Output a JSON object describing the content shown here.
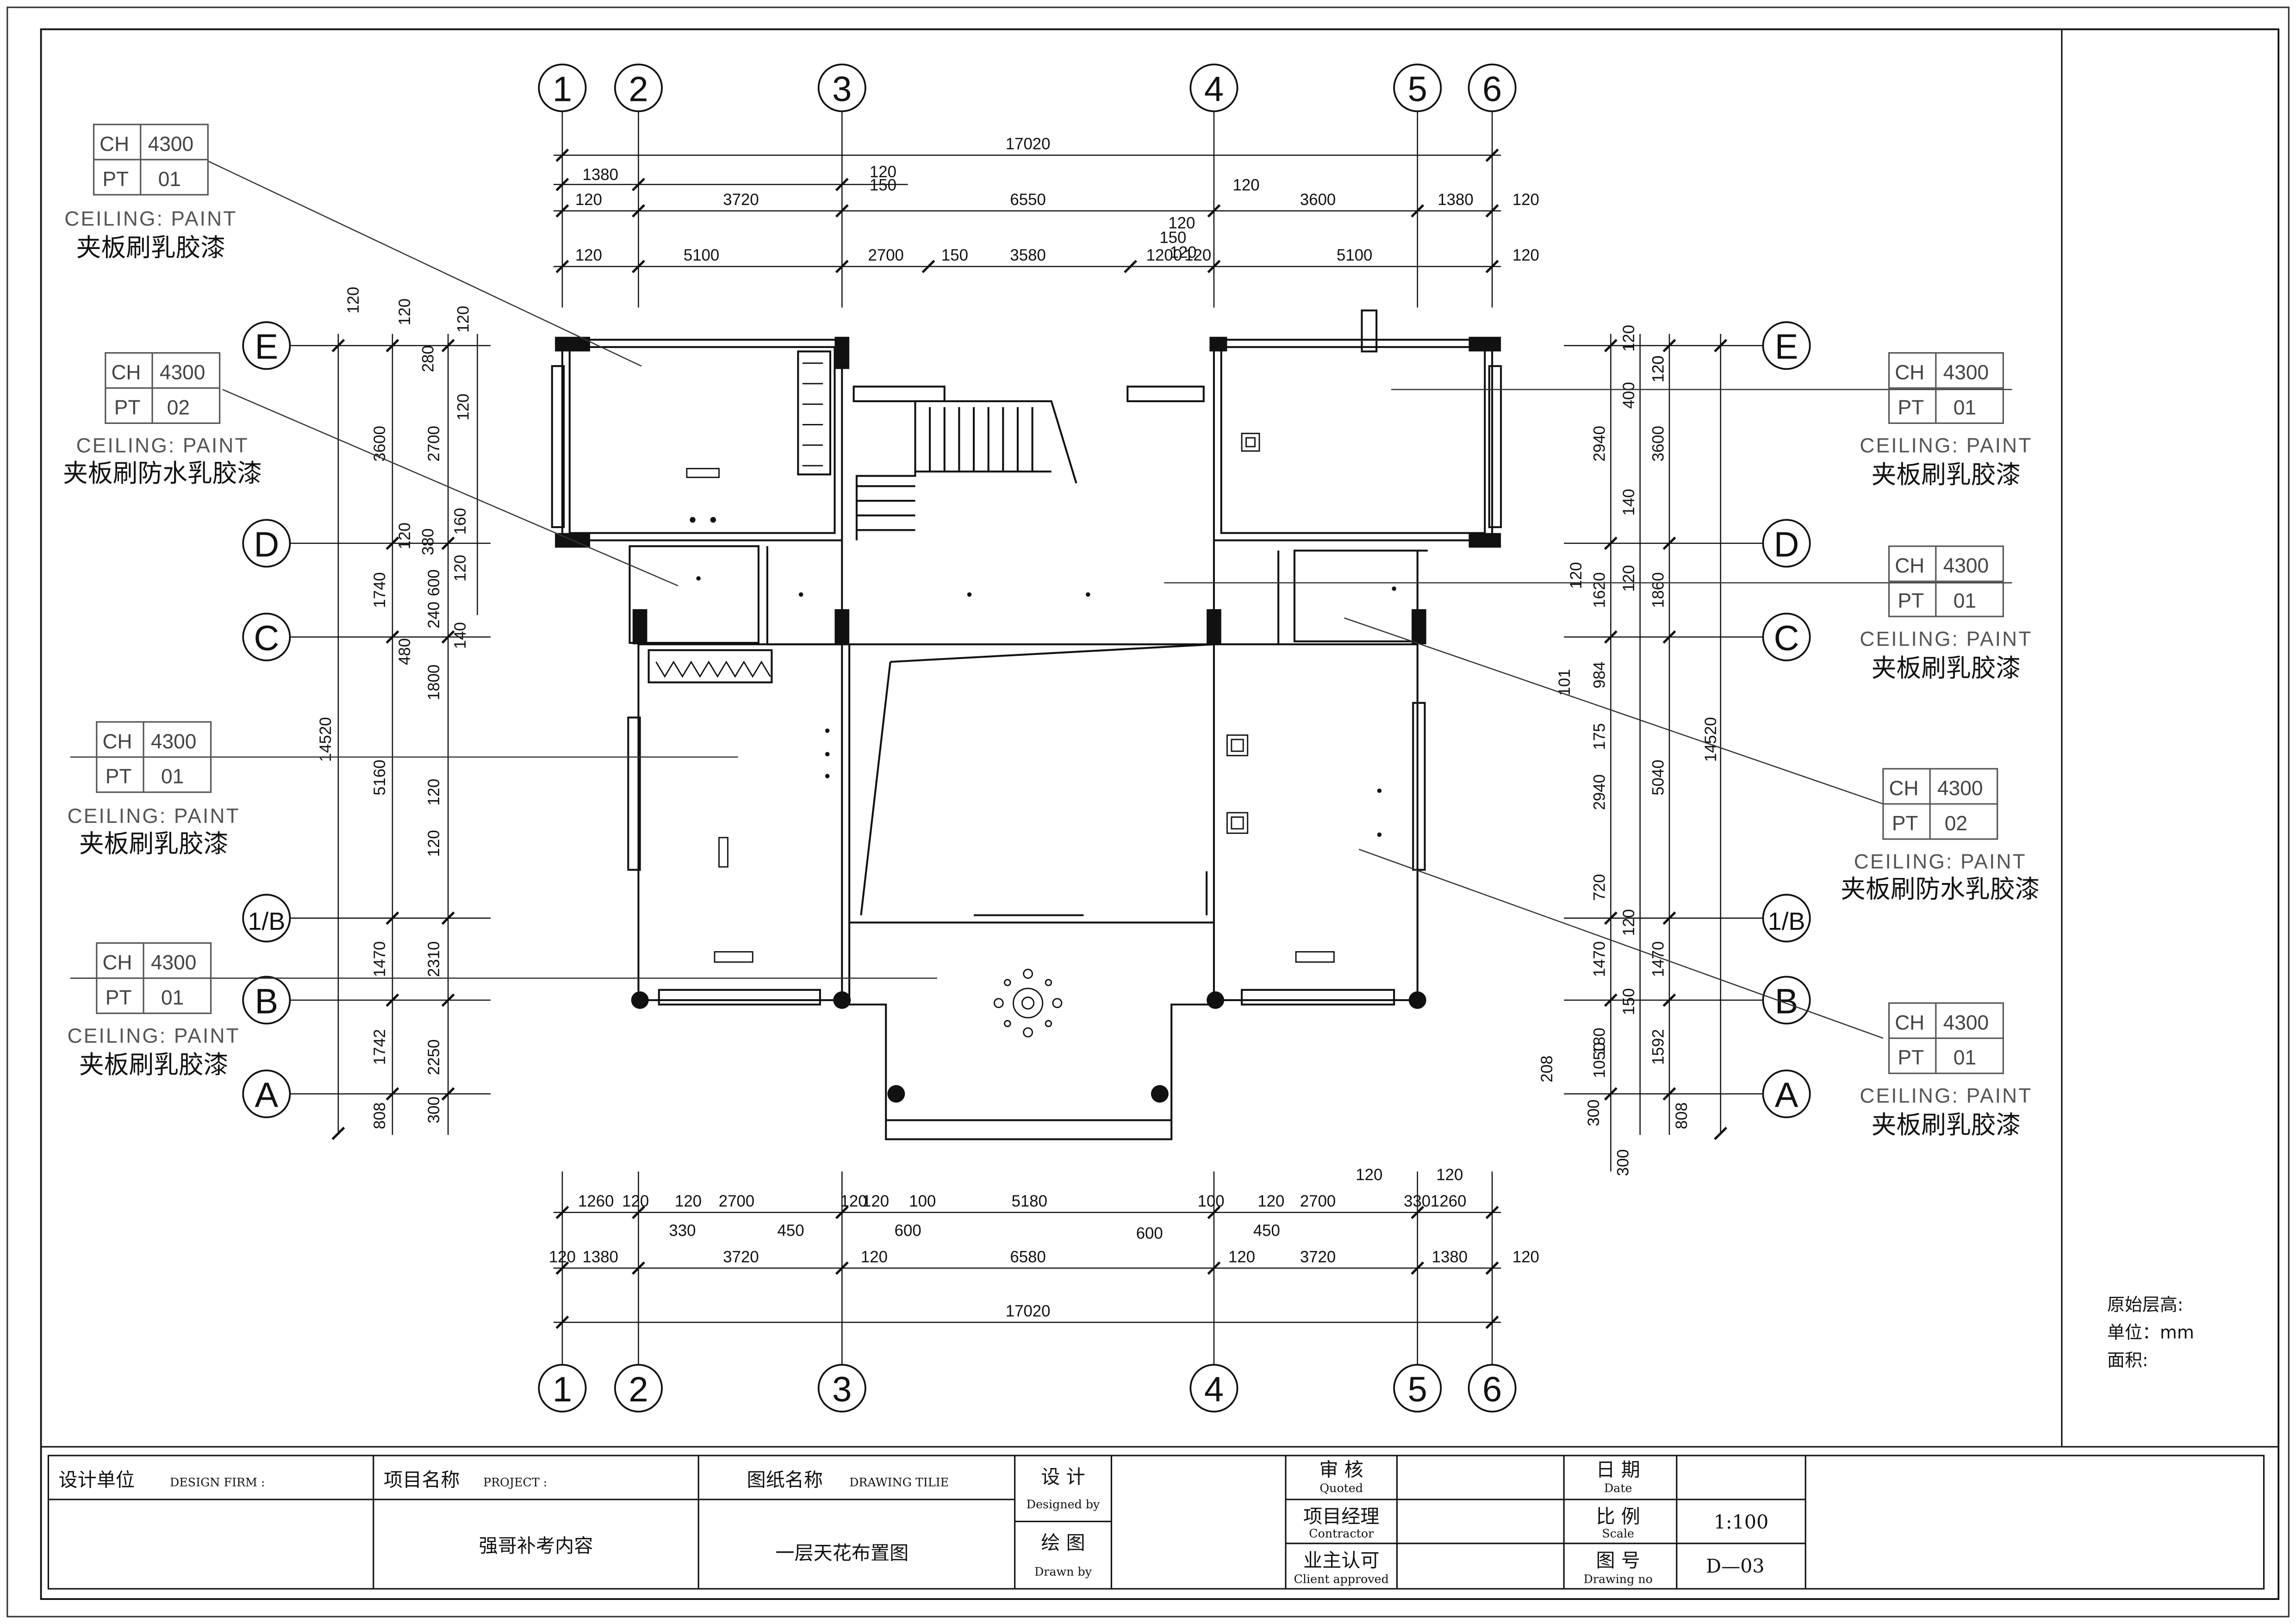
{
  "axis_labels": {
    "cols": [
      "1",
      "2",
      "3",
      "4",
      "5",
      "6"
    ],
    "rows": [
      "E",
      "D",
      "C",
      "1/B",
      "B",
      "A"
    ]
  },
  "dims": {
    "top_total": "17020",
    "top_r1": [
      "1380",
      "120",
      "150",
      "120"
    ],
    "top_r2": [
      "120",
      "3720",
      "6550",
      "120",
      "3600",
      "1380",
      "120"
    ],
    "top_r3": [
      "120",
      "5100",
      "2700",
      "150",
      "3580",
      "1200",
      "150",
      "120",
      "5100",
      "120"
    ],
    "top_extra": "120",
    "bot_r1": [
      "1260",
      "120",
      "120",
      "2700",
      "120",
      "120",
      "100",
      "5180",
      "100",
      "120",
      "2700",
      "3301260",
      "120",
      "120"
    ],
    "bot_r2": [
      "330",
      "450",
      "600",
      "600",
      "450"
    ],
    "bot_r3": [
      "120",
      "1380",
      "3720",
      "120",
      "6580",
      "120",
      "3720",
      "1380",
      "120"
    ],
    "bot_total": "17020",
    "left_outer": [
      "120",
      "3600",
      "1740",
      "5160",
      "1470",
      "1742",
      "808",
      "14520"
    ],
    "left_inner": [
      "120",
      "120",
      "2700",
      "120",
      "480",
      "1800",
      "120",
      "2310",
      "2250",
      "300"
    ],
    "left_small": [
      "120",
      "280",
      "120",
      "160",
      "380",
      "600",
      "120",
      "240",
      "140"
    ],
    "right_outer": [
      "120",
      "3600",
      "1860",
      "5040",
      "1470",
      "1592",
      "808",
      "14520"
    ],
    "right_inner": [
      "400",
      "2940",
      "140",
      "1620",
      "120",
      "984",
      "175",
      "2940",
      "720",
      "1470",
      "180",
      "1050",
      "300",
      "300",
      "208",
      "101"
    ],
    "right_small": [
      "120",
      "120",
      "120",
      "120",
      "150"
    ]
  },
  "tags": [
    {
      "ch": "CH",
      "ch_val": "4300",
      "pt": "PT",
      "pt_val": "01",
      "caption": "CEILING: PAINT",
      "desc": "夹板刷乳胶漆"
    },
    {
      "ch": "CH",
      "ch_val": "4300",
      "pt": "PT",
      "pt_val": "02",
      "caption": "CEILING: PAINT",
      "desc": "夹板刷防水乳胶漆"
    },
    {
      "ch": "CH",
      "ch_val": "4300",
      "pt": "PT",
      "pt_val": "01",
      "caption": "CEILING: PAINT",
      "desc": "夹板刷乳胶漆"
    },
    {
      "ch": "CH",
      "ch_val": "4300",
      "pt": "PT",
      "pt_val": "01",
      "caption": "CEILING: PAINT",
      "desc": "夹板刷乳胶漆"
    },
    {
      "ch": "CH",
      "ch_val": "4300",
      "pt": "PT",
      "pt_val": "01",
      "caption": "CEILING: PAINT",
      "desc": "夹板刷乳胶漆"
    },
    {
      "ch": "CH",
      "ch_val": "4300",
      "pt": "PT",
      "pt_val": "01",
      "caption": "CEILING: PAINT",
      "desc": "夹板刷乳胶漆"
    },
    {
      "ch": "CH",
      "ch_val": "4300",
      "pt": "PT",
      "pt_val": "02",
      "caption": "CEILING: PAINT",
      "desc": "夹板刷防水乳胶漆"
    },
    {
      "ch": "CH",
      "ch_val": "4300",
      "pt": "PT",
      "pt_val": "01",
      "caption": "CEILING: PAINT",
      "desc": "夹板刷乳胶漆"
    }
  ],
  "notes": {
    "height": "原始层高:",
    "unit": "单位：mm",
    "area": "面积:"
  },
  "title_block": {
    "design_firm_label": "设计单位",
    "design_firm_en": "DESIGN FIRM :",
    "project_label": "项目名称",
    "project_en": "PROJECT :",
    "project_value": "强哥补考内容",
    "drawing_label": "图纸名称",
    "drawing_en": "DRAWING TILIE",
    "drawing_value": "一层天花布置图",
    "design_label": "设 计",
    "design_en": "Designed by",
    "drawn_label": "绘 图",
    "drawn_en": "Drawn by",
    "quoted_label": "审 核",
    "quoted_en": "Quoted",
    "contractor_label": "项目经理",
    "contractor_en": "Contractor",
    "client_label": "业主认可",
    "client_en": "Client approved",
    "date_label": "日 期",
    "date_en": "Date",
    "scale_label": "比 例",
    "scale_en": "Scale",
    "scale_value": "1:100",
    "no_label": "图 号",
    "no_en": "Drawing no",
    "no_value": "D—03"
  }
}
